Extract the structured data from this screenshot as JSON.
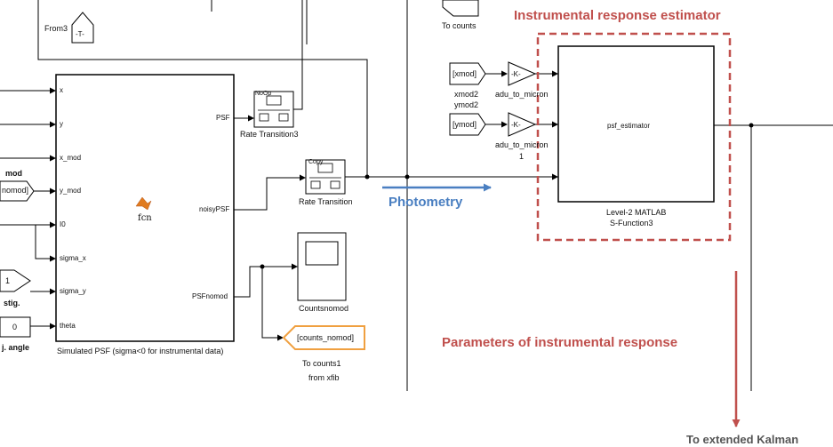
{
  "annotations": {
    "estimator_title": "Instrumental response estimator",
    "photometry": "Photometry",
    "parameters": "Parameters of instrumental response",
    "kalman": "To extended Kalman"
  },
  "blocks": {
    "from3": {
      "label": "From3",
      "tag": "-T-"
    },
    "to_counts_top": "To counts",
    "sim_psf": {
      "title": "Simulated PSF (sigma<0 for instrumental data)",
      "fcn": "fcn",
      "inputs": [
        "x",
        "y",
        "x_mod",
        "y_mod",
        "I0",
        "sigma_x",
        "sigma_y",
        "theta"
      ],
      "outputs": [
        "PSF",
        "noisyPSF",
        "PSFnomod"
      ]
    },
    "rate_transition3": {
      "label": "Rate Transition3",
      "mode": "NoOp"
    },
    "rate_transition": {
      "label": "Rate Transition",
      "mode": "Copy"
    },
    "countsnomod": "Countsnomod",
    "to_counts1": {
      "tag": "[counts_nomod]",
      "label": "To counts1"
    },
    "from_xfib": "from xfib",
    "xmod_from": {
      "tag": "[xmod]",
      "label": "xmod2"
    },
    "ymod_from": {
      "tag": "[ymod]",
      "label": "ymod2"
    },
    "gain1": {
      "text": "-K-",
      "label": "adu_to_micron"
    },
    "gain2": {
      "text": "-K-",
      "label": "adu_to_micron",
      "label2": "1"
    },
    "sfun": {
      "name": "psf_estimator",
      "label1": "Level-2 MATLAB",
      "label2": "S-Function3"
    },
    "left_mod": {
      "label": "mod",
      "tag": "nomod]"
    },
    "const1": {
      "value": "1",
      "label": "stig."
    },
    "const0": {
      "value": "0",
      "label": "j. angle"
    }
  },
  "colors": {
    "red": "#c0504d",
    "blue": "#4a7fc1",
    "line": "#000000",
    "orange": "#f0a040"
  }
}
